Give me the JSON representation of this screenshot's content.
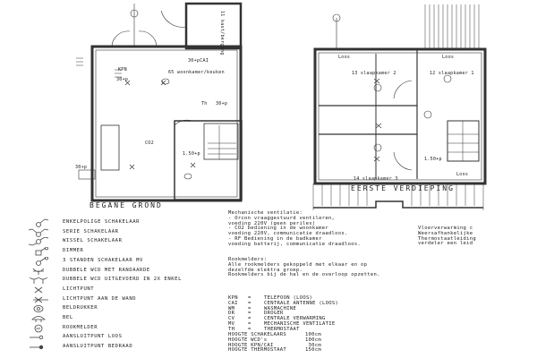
{
  "ground_floor": {
    "title": "BEGANE GROND",
    "labels": [
      "65 woonkamer/keuken",
      "30+pCAI",
      "KPN",
      "30+p",
      "Th",
      "30+p",
      "CO2",
      "1.50+p",
      "30+p",
      "11 kast/berging"
    ]
  },
  "first_floor": {
    "title": "EERSTE VERDIEPING",
    "labels": [
      "13 slaapkamer 2",
      "12 slaapkamer 1",
      "14 slaapkamer 3",
      "Loos",
      "Loos",
      "Loos",
      "1.50+p"
    ]
  },
  "legend": [
    {
      "icon": "single-pole-switch-icon",
      "label": "ENKELPOLIGE SCHAKELAAR"
    },
    {
      "icon": "series-switch-icon",
      "label": "SERIE SCHAKELAAR"
    },
    {
      "icon": "two-way-switch-icon",
      "label": "WISSEL SCHAKELAAR"
    },
    {
      "icon": "dimmer-icon",
      "label": "DIMMER"
    },
    {
      "icon": "three-position-switch-icon",
      "label": "3 STANDEN SCHAKELAAR MV"
    },
    {
      "icon": "double-socket-earth-icon",
      "label": "DUBBELE WCD MET RANDAARDE"
    },
    {
      "icon": "double-socket-split-icon",
      "label": "DUBBELE WCD UITGEVOERD IN 2X ENKEL"
    },
    {
      "icon": "light-point-icon",
      "label": "LICHTPUNT"
    },
    {
      "icon": "wall-light-icon",
      "label": "LICHTPUNT AAN DE WAND"
    },
    {
      "icon": "doorbell-button-icon",
      "label": "BELDRUKKER"
    },
    {
      "icon": "bell-icon",
      "label": "BEL"
    },
    {
      "icon": "smoke-detector-icon",
      "label": "ROOKMELDER"
    },
    {
      "icon": "connection-point-empty-icon",
      "label": "AANSLUITPUNT LOOS"
    },
    {
      "icon": "connection-point-wired-icon",
      "label": "AANSLUITPUNT BEDRAAD"
    }
  ],
  "notes": {
    "ventilation": [
      "Mechanische ventilatie:",
      "- Orcon vraaggestuurd ventileren,",
      "voeding 220V (geen perilex)",
      "- CO2 bediening in de woonkamer",
      "voeding 220V, communicatie draadloos.",
      "- RF Bediening in de badkamer",
      "voeding batterij, communicatie draadloos."
    ],
    "smoke_detectors": [
      "Rookmelders:",
      "Alle rookmelders gekoppeld met elkaar en op",
      "dezelfde elektra groep.",
      "Rookmelders bij de hal en de overloop opzetten."
    ],
    "heating": [
      "Vloerverwarming c",
      "Weersafhankelijke",
      "Thermostaatleiding",
      "verdeler een leid"
    ]
  },
  "abbreviations": [
    {
      "code": "KPN",
      "eq": "=",
      "meaning": "TELEFOON (LOOS)"
    },
    {
      "code": "CAI",
      "eq": "=",
      "meaning": "CENTRALE ANTENNE (LOOS)"
    },
    {
      "code": "WM",
      "eq": "=",
      "meaning": "WASMACHINE"
    },
    {
      "code": "DR",
      "eq": "=",
      "meaning": "DROGER"
    },
    {
      "code": "CV",
      "eq": "=",
      "meaning": "CENTRALE VERWARMING"
    },
    {
      "code": "MV",
      "eq": "=",
      "meaning": "MECHANISCHE VENTILATIE"
    },
    {
      "code": "TH",
      "eq": "=",
      "meaning": "THERMOSTAAT"
    }
  ],
  "heights": [
    {
      "label": "HOOGTE SCHAKELAARS",
      "value": "100cm"
    },
    {
      "label": "HOOGTE WCD's",
      "value": "100cm"
    },
    {
      "label": "HOOGTE KPN/CAI",
      "value": "30cm"
    },
    {
      "label": "HOOGTE THERMOSTAAT",
      "value": "150cm"
    }
  ]
}
